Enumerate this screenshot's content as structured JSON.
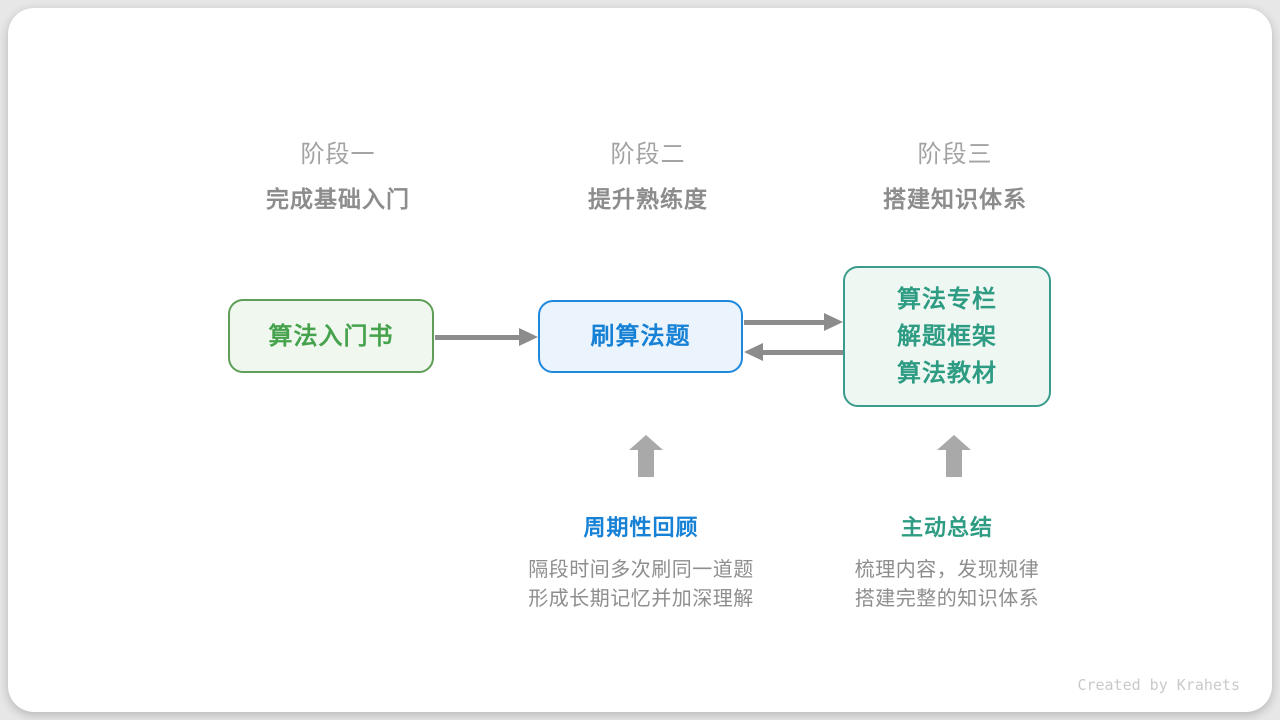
{
  "diagram": {
    "stages": [
      {
        "label": "阶段一",
        "subtitle": "完成基础入门"
      },
      {
        "label": "阶段二",
        "subtitle": "提升熟练度"
      },
      {
        "label": "阶段三",
        "subtitle": "搭建知识体系"
      }
    ],
    "boxes": [
      {
        "id": "algorithm-intro-book",
        "lines": [
          "算法入门书"
        ],
        "border_color": "#5f9e58",
        "fill_color": "#f0f7ee",
        "text_color": "#46a24d"
      },
      {
        "id": "practice-algorithm-problems",
        "lines": [
          "刷算法题"
        ],
        "border_color": "#1e88dd",
        "fill_color": "#ebf4fc",
        "text_color": "#1781d6"
      },
      {
        "id": "knowledge-resources",
        "lines": [
          "算法专栏",
          "解题框架",
          "算法教材"
        ],
        "border_color": "#3a9c8c",
        "fill_color": "#eff7f3",
        "text_color": "#2e9c83"
      }
    ],
    "annotations": [
      {
        "title": "周期性回顾",
        "title_color": "#1781d6",
        "desc": [
          "隔段时间多次刷同一道题",
          "形成长期记忆并加深理解"
        ]
      },
      {
        "title": "主动总结",
        "title_color": "#2e9c83",
        "desc": [
          "梳理内容，发现规律",
          "搭建完整的知识体系"
        ]
      }
    ],
    "flow_arrow_color": "#8c8c8c",
    "up_arrow_color": "#a9a9a9",
    "credit": "Created by Krahets"
  }
}
